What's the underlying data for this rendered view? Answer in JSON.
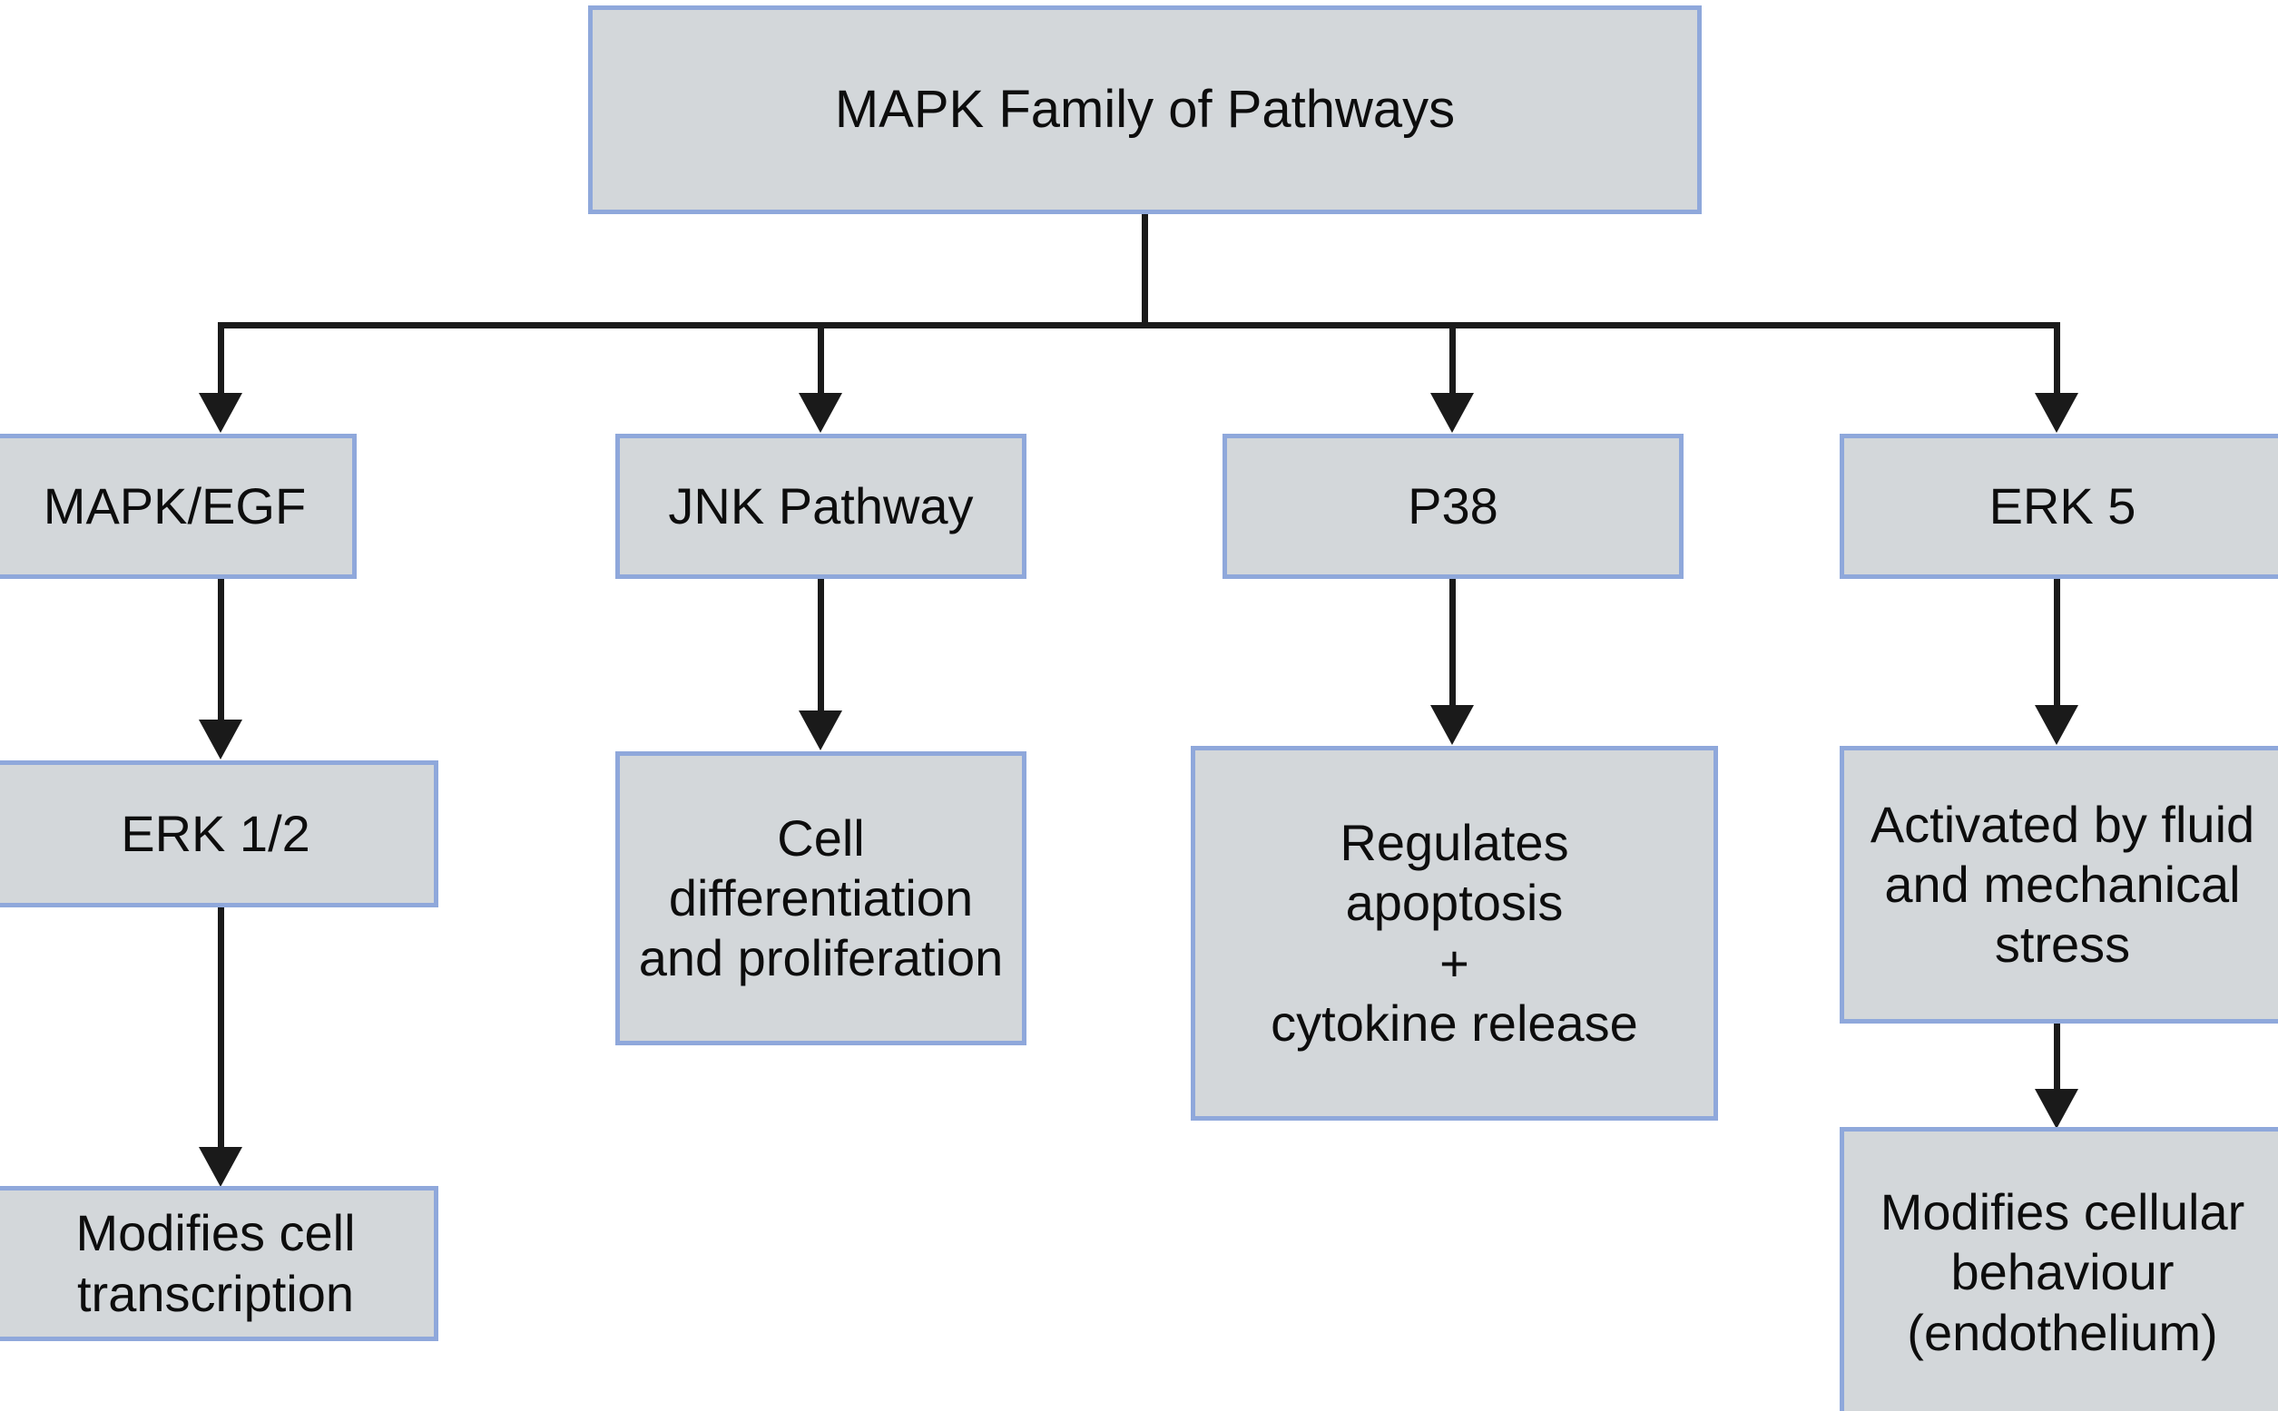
{
  "diagram": {
    "title": "MAPK Family of Pathways",
    "type": "flowchart",
    "colors": {
      "node_fill": "#d3d7da",
      "node_border": "#8fa8db",
      "connector": "#1a1a1a",
      "text": "#0d0d0d",
      "background": "#ffffff"
    },
    "nodes": {
      "root": "MAPK Family of Pathways",
      "mapk_egf": "MAPK/EGF",
      "jnk": "JNK Pathway",
      "p38": "P38",
      "erk5": "ERK 5",
      "erk12": "ERK 1/2",
      "cell_differentiation": "Cell\ndifferentiation\nand proliferation",
      "apoptosis": "Regulates\napoptosis\n+\ncytokine release",
      "fluid_stress": "Activated by fluid\nand mechanical\nstress",
      "cell_transcription": "Modifies cell\ntranscription",
      "cellular_behaviour": "Modifies cellular\nbehaviour\n(endothelium)"
    },
    "edges": [
      {
        "from": "root",
        "to": "mapk_egf"
      },
      {
        "from": "root",
        "to": "jnk"
      },
      {
        "from": "root",
        "to": "p38"
      },
      {
        "from": "root",
        "to": "erk5"
      },
      {
        "from": "mapk_egf",
        "to": "erk12"
      },
      {
        "from": "jnk",
        "to": "cell_differentiation"
      },
      {
        "from": "p38",
        "to": "apoptosis"
      },
      {
        "from": "erk5",
        "to": "fluid_stress"
      },
      {
        "from": "erk12",
        "to": "cell_transcription"
      },
      {
        "from": "fluid_stress",
        "to": "cellular_behaviour"
      }
    ]
  }
}
